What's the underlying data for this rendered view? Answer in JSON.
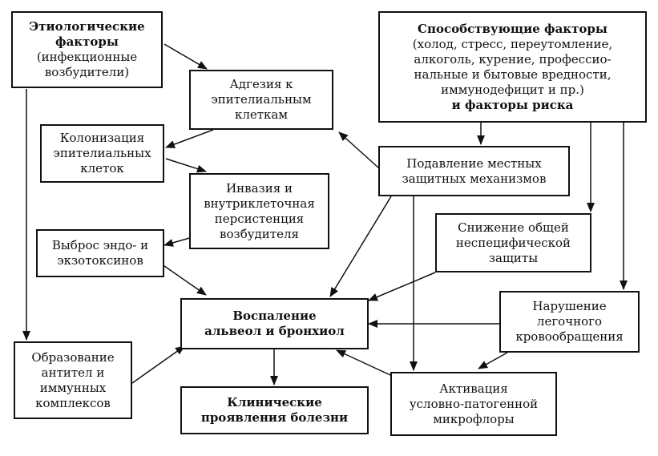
{
  "boxes": {
    "etiology": {
      "title": [
        "Этиологические",
        "факторы"
      ],
      "lines": [
        "(инфекционные",
        "возбудители)"
      ]
    },
    "adhesion": {
      "lines": [
        "Адгезия к",
        "эпителиальным",
        "клеткам"
      ]
    },
    "colonization": {
      "lines": [
        "Колонизация",
        "эпителиальных",
        "клеток"
      ]
    },
    "invasion": {
      "lines": [
        "Инвазия и",
        "внутриклеточная",
        "персистенция",
        "возбудителя"
      ]
    },
    "toxins": {
      "lines": [
        "Выброс эндо- и",
        "экзотоксинов"
      ]
    },
    "antibodies": {
      "lines": [
        "Образование",
        "антител и",
        "иммунных",
        "комплексов"
      ]
    },
    "contributing": {
      "title": "Способствующие факторы",
      "lines": [
        "(холод, стресс, переутомление,",
        "алкоголь, курение, профессио-",
        "нальные и бытовые вредности,",
        "иммунодефицит и пр.)"
      ],
      "footer": "и факторы риска"
    },
    "local_defense": {
      "lines": [
        "Подавление местных",
        "защитных механизмов"
      ]
    },
    "general_defense": {
      "lines": [
        "Снижение общей",
        "неспецифической",
        "защиты"
      ]
    },
    "inflammation": {
      "lines": [
        "Воспаление",
        "альвеол и бронхиол"
      ]
    },
    "circulation": {
      "lines": [
        "Нарушение",
        "легочного",
        "кровообращения"
      ]
    },
    "microflora": {
      "lines": [
        "Активация",
        "условно-патогенной",
        "микрофлоры"
      ]
    },
    "clinical": {
      "lines": [
        "Клинические",
        "проявления болезни"
      ]
    }
  },
  "colors": {
    "line": "#111111",
    "background": "#ffffff"
  }
}
